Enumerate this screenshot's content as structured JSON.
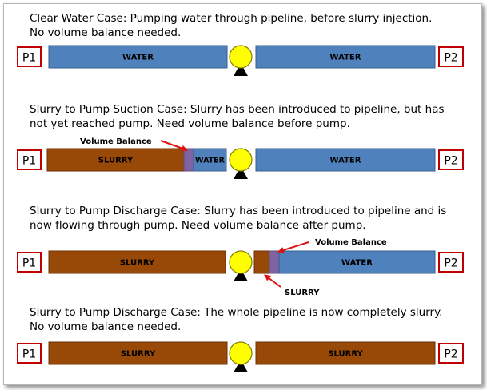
{
  "colors": {
    "water": "#4f81bd",
    "water_stroke": "#385d8a",
    "slurry": "#984807",
    "slurry_stroke": "#6b3205",
    "balance": "#8064a2",
    "pump": "#ffff00",
    "pump_stroke": "#7f7f00",
    "box_border": "#c00000",
    "arrow": "#e01010"
  },
  "cases": [
    {
      "caption_lines": [
        "Clear Water Case:  Pumping water through pipeline, before slurry injection.",
        "No volume balance needed."
      ],
      "left_box": "P1",
      "right_box": "P2",
      "left_segments": [
        {
          "kind": "water",
          "label": "WATER"
        }
      ],
      "right_segments": [
        {
          "kind": "water",
          "label": "WATER"
        }
      ]
    },
    {
      "caption_lines": [
        "Slurry to Pump Suction Case:  Slurry has been introduced to pipeline, but has",
        "not yet reached pump.  Need volume balance before pump."
      ],
      "left_box": "P1",
      "right_box": "P2",
      "left_segments": [
        {
          "kind": "slurry",
          "label": "SLURRY"
        },
        {
          "kind": "balance",
          "label": ""
        },
        {
          "kind": "water",
          "label": "WATER"
        }
      ],
      "right_segments": [
        {
          "kind": "water",
          "label": "WATER"
        }
      ],
      "annotations": [
        {
          "label": "Volume Balance"
        }
      ]
    },
    {
      "caption_lines": [
        "Slurry to Pump Discharge Case:  Slurry has been introduced to pipeline and is",
        "now flowing through pump.  Need volume balance after pump."
      ],
      "left_box": "P1",
      "right_box": "P2",
      "left_segments": [
        {
          "kind": "slurry",
          "label": "SLURRY"
        }
      ],
      "right_segments": [
        {
          "kind": "slurry",
          "label": ""
        },
        {
          "kind": "balance",
          "label": ""
        },
        {
          "kind": "water",
          "label": "WATER"
        }
      ],
      "annotations": [
        {
          "label": "Volume Balance"
        },
        {
          "label": "SLURRY"
        }
      ]
    },
    {
      "caption_lines": [
        "Slurry to Pump Discharge Case:  The whole pipeline is now completely slurry.",
        "No volume balance needed."
      ],
      "left_box": "P1",
      "right_box": "P2",
      "left_segments": [
        {
          "kind": "slurry",
          "label": "SLURRY"
        }
      ],
      "right_segments": [
        {
          "kind": "slurry",
          "label": "SLURRY"
        }
      ]
    }
  ]
}
